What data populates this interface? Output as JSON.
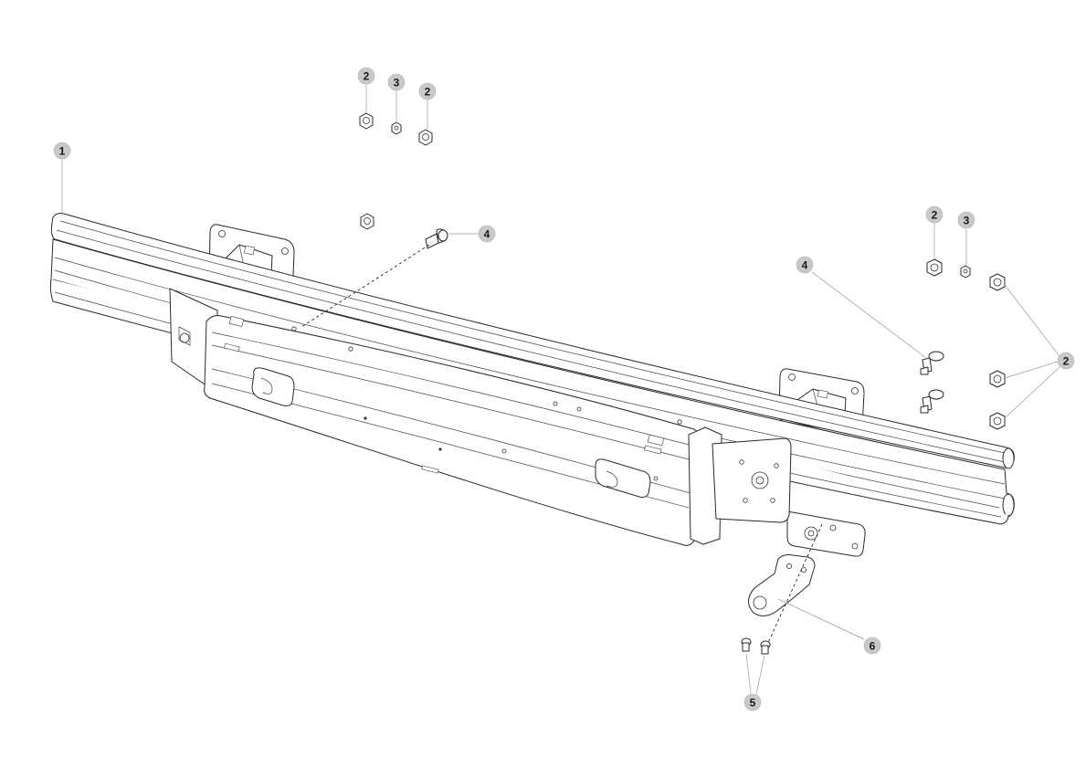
{
  "callouts": [
    {
      "id": "c1",
      "label": "1"
    },
    {
      "id": "c2a",
      "label": "2"
    },
    {
      "id": "c3a",
      "label": "3"
    },
    {
      "id": "c2b",
      "label": "2"
    },
    {
      "id": "c4a",
      "label": "4"
    },
    {
      "id": "c2c",
      "label": "2"
    },
    {
      "id": "c3b",
      "label": "3"
    },
    {
      "id": "c4b",
      "label": "4"
    },
    {
      "id": "c2d",
      "label": "2"
    },
    {
      "id": "c6",
      "label": "6"
    },
    {
      "id": "c5",
      "label": "5"
    }
  ]
}
